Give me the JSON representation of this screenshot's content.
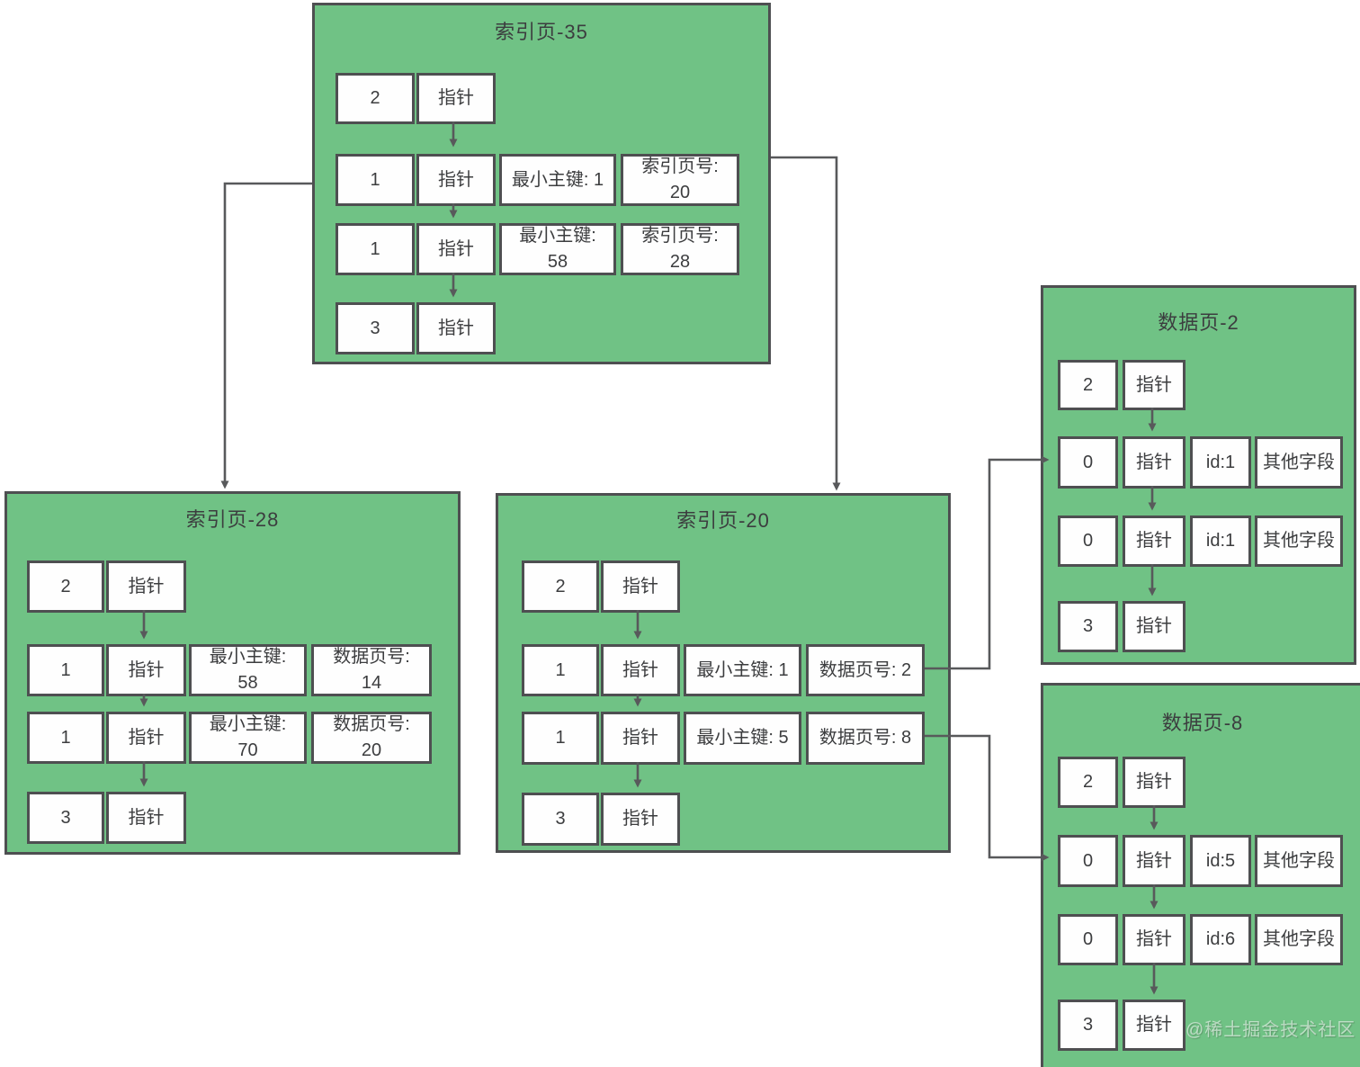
{
  "diagram": {
    "pages": [
      {
        "id": "index-page-35",
        "title": "索引页-35",
        "rows": [
          [
            "2",
            "指针"
          ],
          [
            "1",
            "指针",
            "最小主键: 1",
            "索引页号:\n20"
          ],
          [
            "1",
            "指针",
            "最小主键:\n58",
            "索引页号:\n28"
          ],
          [
            "3",
            "指针"
          ]
        ]
      },
      {
        "id": "index-page-28",
        "title": "索引页-28",
        "rows": [
          [
            "2",
            "指针"
          ],
          [
            "1",
            "指针",
            "最小主键:\n58",
            "数据页号:\n14"
          ],
          [
            "1",
            "指针",
            "最小主键:\n70",
            "数据页号:\n20"
          ],
          [
            "3",
            "指针"
          ]
        ]
      },
      {
        "id": "index-page-20",
        "title": "索引页-20",
        "rows": [
          [
            "2",
            "指针"
          ],
          [
            "1",
            "指针",
            "最小主键: 1",
            "数据页号: 2"
          ],
          [
            "1",
            "指针",
            "最小主键: 5",
            "数据页号: 8"
          ],
          [
            "3",
            "指针"
          ]
        ]
      },
      {
        "id": "data-page-2",
        "title": "数据页-2",
        "rows": [
          [
            "2",
            "指针"
          ],
          [
            "0",
            "指针",
            "id:1",
            "其他字段"
          ],
          [
            "0",
            "指针",
            "id:1",
            "其他字段"
          ],
          [
            "3",
            "指针"
          ]
        ]
      },
      {
        "id": "data-page-8",
        "title": "数据页-8",
        "rows": [
          [
            "2",
            "指针"
          ],
          [
            "0",
            "指针",
            "id:5",
            "其他字段"
          ],
          [
            "0",
            "指针",
            "id:6",
            "其他字段"
          ],
          [
            "3",
            "指针"
          ]
        ]
      }
    ],
    "watermark": "@稀土掘金技术社区",
    "colors": {
      "page_fill": "#70c285",
      "box_border": "#4e4f51",
      "cell_fill": "#fefefe",
      "line": "#58595b",
      "text": "#3c3d3f"
    }
  }
}
